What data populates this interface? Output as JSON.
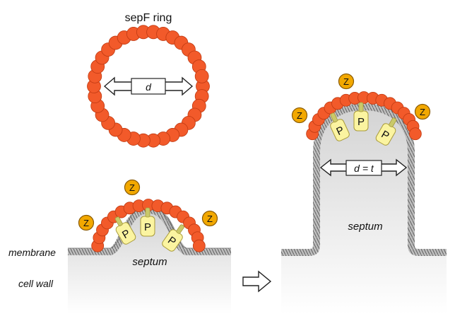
{
  "figure": {
    "ring_title": "sepF ring",
    "diameter_label": "d",
    "diameter_equals_label": "d = t",
    "membrane_label": "membrane",
    "cell_wall_label": "cell wall",
    "septum_label_left": "septum",
    "septum_label_right": "septum",
    "ftsz_letter": "Z",
    "protein_letter": "P"
  },
  "colors": {
    "sepF_bead": "#f25a2a",
    "sepF_bead_edge": "#c03a12",
    "ftsz": "#f2a800",
    "ftsz_edge": "#8a5a00",
    "p_protein": "#fbf4a0",
    "p_protein_edge": "#a89a3a",
    "membrane": "#8a8a8a",
    "wall_top": "#dcdcdc",
    "wall_bottom": "#ffffff"
  }
}
